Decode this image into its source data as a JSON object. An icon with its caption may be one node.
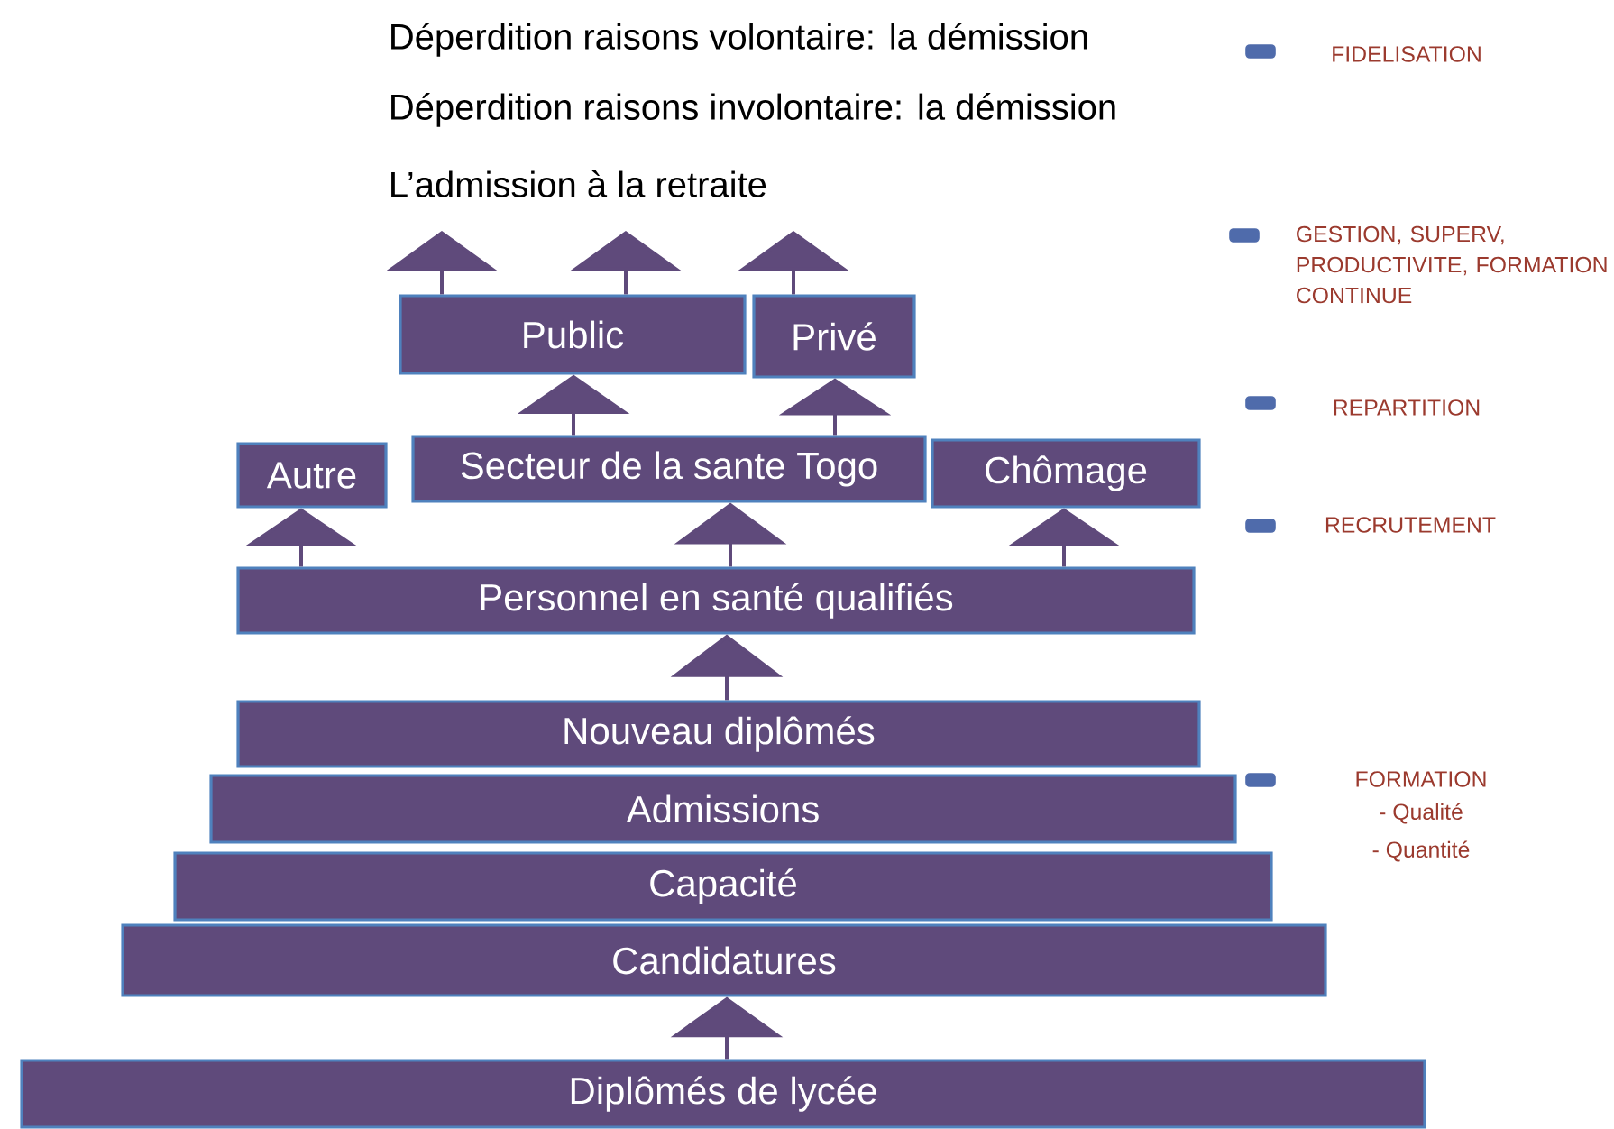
{
  "diagram": {
    "nodes": [
      {
        "text": [
          "Diplômés de lycée"
        ]
      },
      {
        "text": [
          "Candidatures"
        ]
      },
      {
        "text": [
          "Capacité"
        ]
      },
      {
        "text": [
          "Admissions"
        ]
      },
      {
        "text": [
          "Nouveau diplômés"
        ]
      },
      {
        "text": [
          "Personnel en santé qualifiés"
        ]
      },
      {
        "text": [
          "Autre"
        ]
      },
      {
        "text": [
          "Secteur de la sante Togo"
        ]
      },
      {
        "text": [
          "Chômage"
        ]
      },
      {
        "text": [
          "Public"
        ]
      },
      {
        "text": [
          "Privé"
        ]
      }
    ],
    "edges": [
      {
        "from": 0,
        "to": 1,
        "arrow": "to"
      },
      {
        "from": 4,
        "to": 5,
        "arrow": "to"
      },
      {
        "from": 5,
        "to": 6,
        "arrow": "to"
      },
      {
        "from": 5,
        "to": 7,
        "arrow": "to"
      },
      {
        "from": 5,
        "to": 8,
        "arrow": "to"
      },
      {
        "from": 7,
        "to": 9,
        "arrow": "to"
      },
      {
        "from": 7,
        "to": 10,
        "arrow": "to"
      },
      {
        "from": 9,
        "to": null,
        "arrow": "to"
      },
      {
        "from": 9,
        "to": null,
        "arrow": "to"
      },
      {
        "from": 10,
        "to": null,
        "arrow": "to"
      }
    ],
    "labels": [
      "Déperdition raisons volontaire: la démission",
      "FIDELISATION",
      "Déperdition raisons involontaire: la démission",
      "L’admission à la retraite",
      "GESTION, SUPERV, PRODUCTIVITE, FORMATION CONTINUE",
      "REPARTITION",
      "RECRUTEMENT",
      "FORMATION",
      "- Qualité",
      "- Quantité"
    ]
  }
}
